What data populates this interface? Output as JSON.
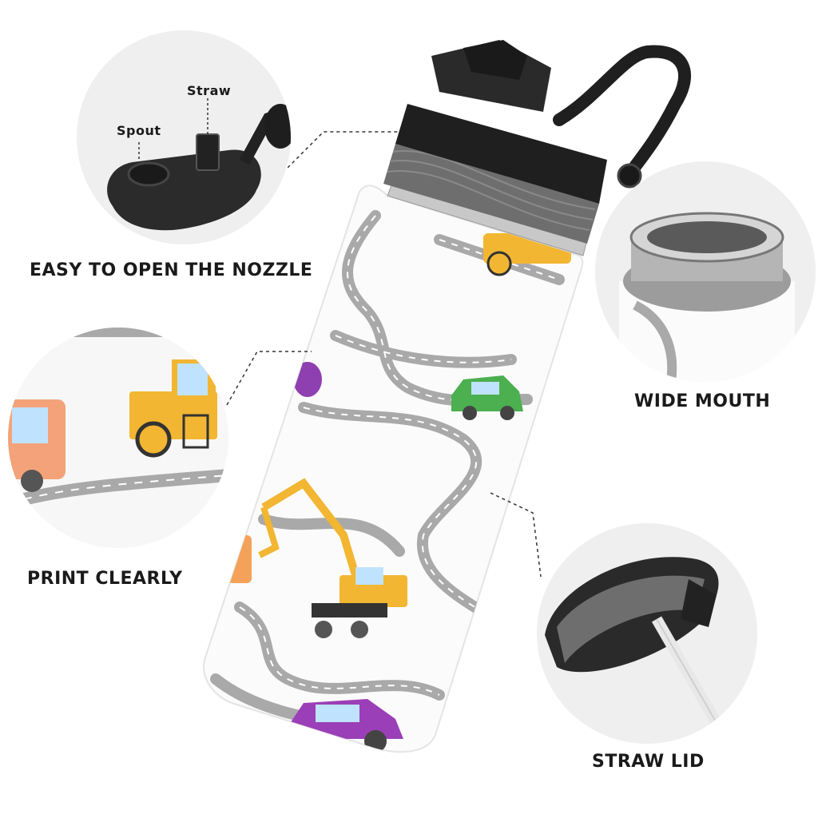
{
  "callouts": {
    "nozzle": {
      "title": "EASY TO OPEN THE NOZZLE",
      "spout_label": "Spout",
      "straw_label": "Straw"
    },
    "print": {
      "title": "PRINT CLEARLY"
    },
    "mouth": {
      "title": "WIDE MOUTH"
    },
    "straw_lid": {
      "title": "STRAW LID"
    }
  },
  "colors": {
    "lid": "#1f1f1f",
    "grip_band": "#6e6e6e",
    "road": "#a9a9a9",
    "bottle": "#fbfbfb",
    "circle_bg": "#efefef"
  }
}
